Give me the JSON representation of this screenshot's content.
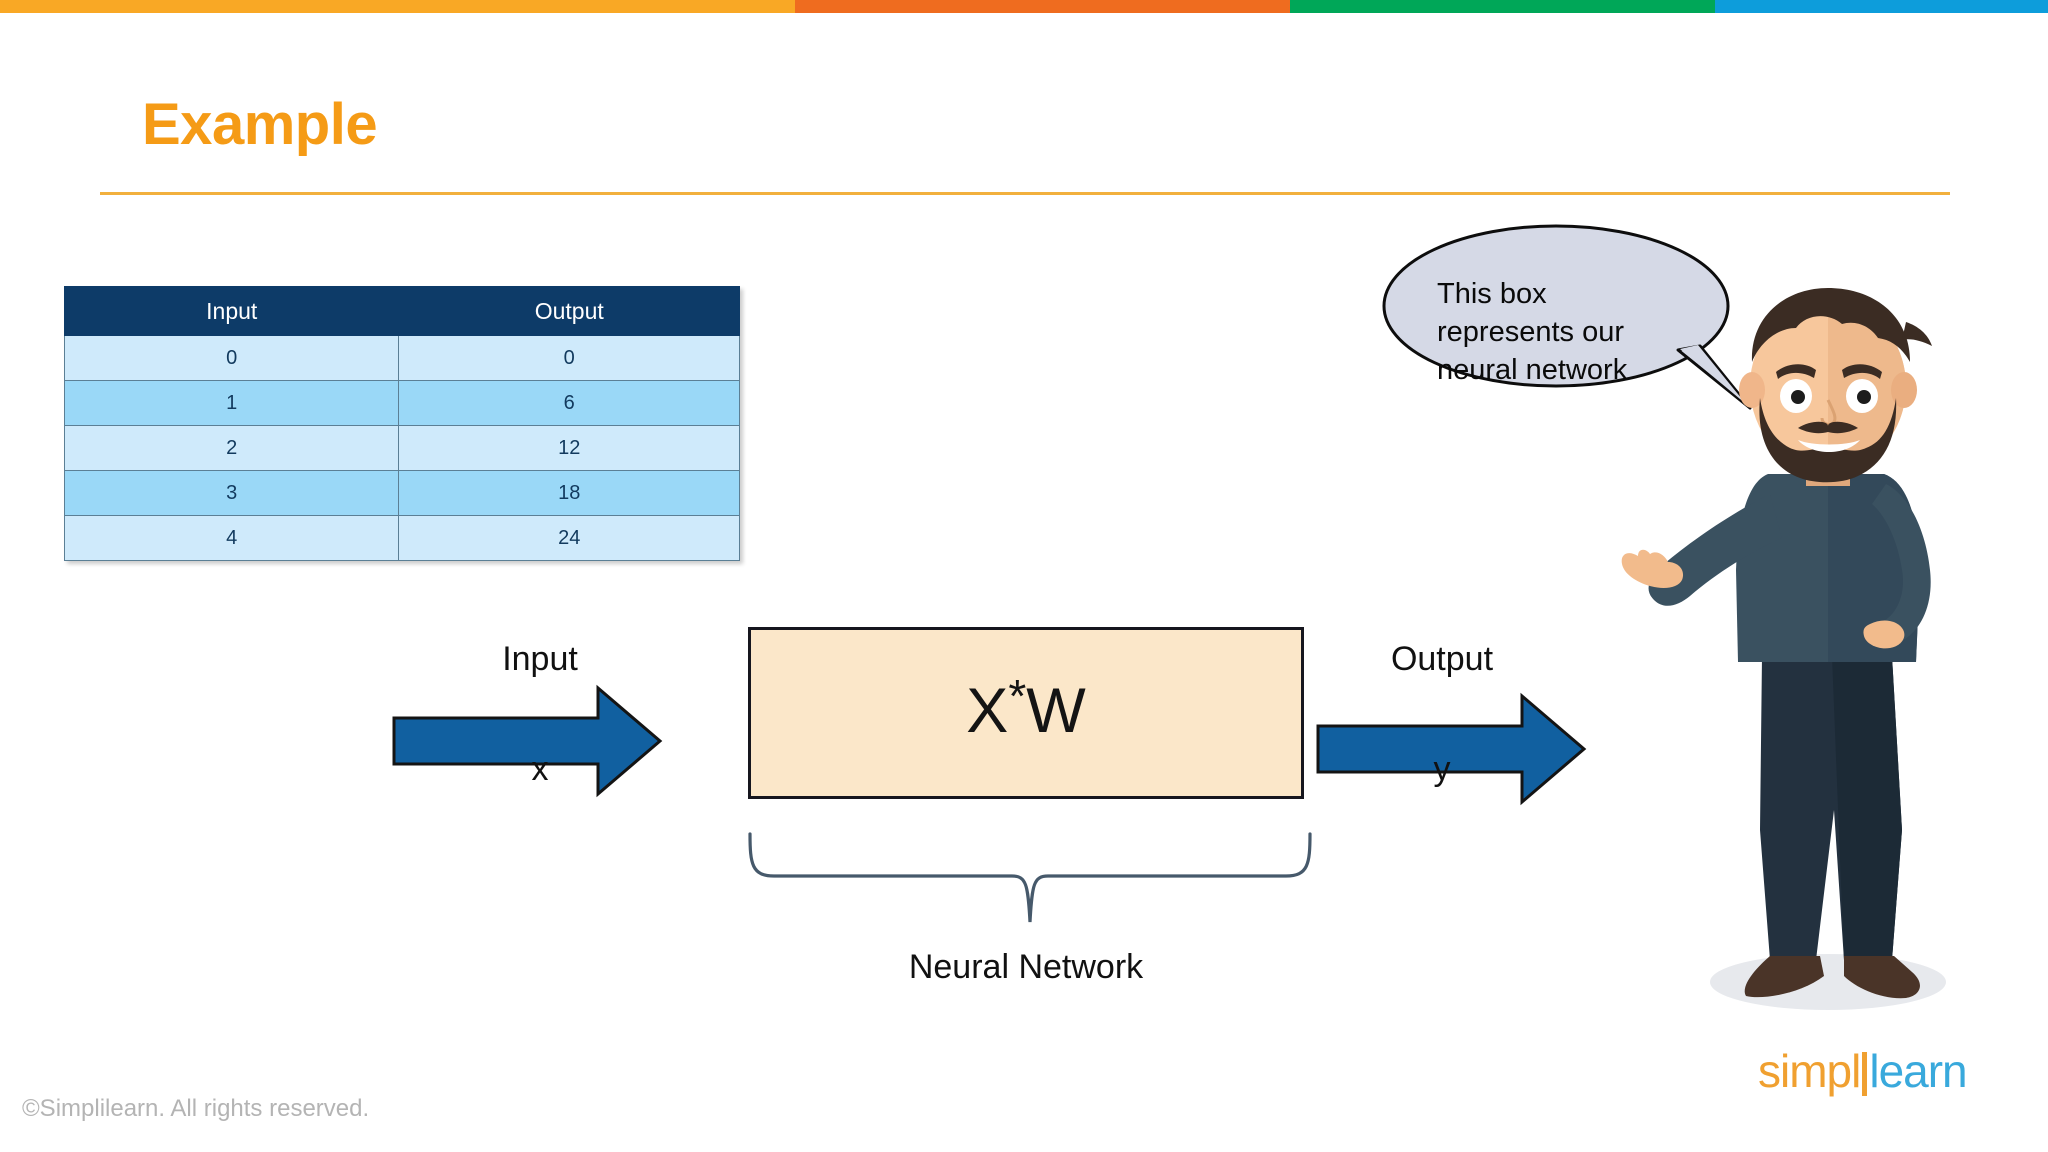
{
  "topbar": {
    "segments": [
      {
        "name": "yellow",
        "color": "#f9a825"
      },
      {
        "name": "orange",
        "color": "#ef6c1f"
      },
      {
        "name": "green",
        "color": "#00a758"
      },
      {
        "name": "blue",
        "color": "#0d9ddb"
      }
    ]
  },
  "header": {
    "title": "Example",
    "title_color": "#f59b16",
    "rule_color": "#f2b03d"
  },
  "table": {
    "columns": [
      "Input",
      "Output"
    ],
    "header_bg": "#0d3b68",
    "row_colors": [
      "#cfeafb",
      "#9ad8f7"
    ],
    "rows": [
      {
        "input": "0",
        "output": "0"
      },
      {
        "input": "1",
        "output": "6"
      },
      {
        "input": "2",
        "output": "12"
      },
      {
        "input": "3",
        "output": "18"
      },
      {
        "input": "4",
        "output": "24"
      }
    ]
  },
  "diagram": {
    "box_label_base": "X",
    "box_label_sup": "*",
    "box_label_tail": "W",
    "box_fill": "#fbe7c9",
    "box_border": "#16161e",
    "arrow_color": "#1160a0",
    "arrow_in_label": "Input",
    "arrow_in_sublabel": "x",
    "arrow_out_label": "Output",
    "arrow_out_sublabel": "y",
    "brace_caption": "Neural Network",
    "brace_color": "#46596b"
  },
  "speech_bubble": {
    "line1": "This box",
    "line2": "represents our",
    "line3": "neural network",
    "fill": "#d5d9e6",
    "stroke": "#0d0d0d"
  },
  "character": {
    "name": "bearded-man-illustration",
    "sweater_color": "#3a5160",
    "trousers_color": "#23313f",
    "skin_color": "#f2bb8c",
    "hair_color": "#3b2c23",
    "shoe_color": "#4a3428"
  },
  "logo": {
    "part1": "simpl",
    "part2": "learn",
    "color1": "#f0a030",
    "color2": "#39a9dc"
  },
  "footer": {
    "copyright": "©Simplilearn. All rights reserved."
  }
}
